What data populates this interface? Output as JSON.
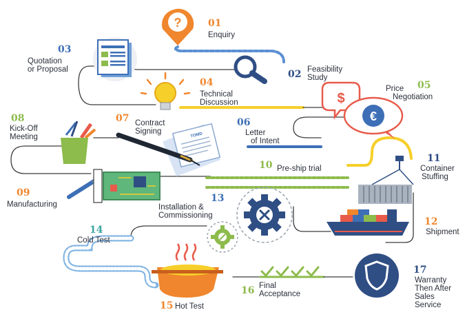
{
  "steps": [
    {
      "num": "01",
      "label": "Enquiry",
      "icon": "question-pin-icon",
      "color": "#f0862d"
    },
    {
      "num": "02",
      "label": "Feasibility Study",
      "icon": "magnifier-icon",
      "color": "#2f4e84"
    },
    {
      "num": "03",
      "label": "Quotation or Proposal",
      "icon": "document-icon",
      "color": "#3d6fb6"
    },
    {
      "num": "04",
      "label": "Technical Discussion",
      "icon": "lightbulb-icon",
      "color": "#f0862d"
    },
    {
      "num": "05",
      "label": "Price Negotiation",
      "icon": "currency-bubbles-icon",
      "color": "#8dbb4c"
    },
    {
      "num": "06",
      "label": "Letter of Intent",
      "icon": "letter-icon",
      "color": "#3d6fb6"
    },
    {
      "num": "07",
      "label": "Contract Signing",
      "icon": "pen-contract-icon",
      "color": "#f0862d"
    },
    {
      "num": "08",
      "label": "Kick-Off Meeting",
      "icon": "pencil-cup-icon",
      "color": "#8dbb4c"
    },
    {
      "num": "09",
      "label": "Manufacturing",
      "icon": "circuit-board-icon",
      "color": "#f0862d"
    },
    {
      "num": "10",
      "label": "Pre-ship trial",
      "icon": "conveyor-icon",
      "color": "#8dbb4c"
    },
    {
      "num": "11",
      "label": "Container Stuffing",
      "icon": "container-crane-icon",
      "color": "#2f4e84"
    },
    {
      "num": "12",
      "label": "Shipment",
      "icon": "cargo-ship-icon",
      "color": "#f0862d"
    },
    {
      "num": "13",
      "label": "Installation & Commissioning",
      "icon": "gear-tools-icon",
      "color": "#3d6fb6"
    },
    {
      "num": "14",
      "label": "Cold Test",
      "icon": "cold-test-icon",
      "color": "#3aa6a2"
    },
    {
      "num": "15",
      "label": "Hot Test",
      "icon": "hot-pot-icon",
      "color": "#f0862d"
    },
    {
      "num": "16",
      "label": "Final Acceptance",
      "icon": "checkmarks-icon",
      "color": "#8dbb4c"
    },
    {
      "num": "17",
      "label": "Warranty Then After Sales Service",
      "icon": "shield-icon",
      "color": "#2f4e84"
    }
  ],
  "labels": {
    "enquiry": "Enquiry",
    "feasibility": [
      "Feasibility",
      "Study"
    ],
    "quotation": [
      "Quotation",
      "or Proposal"
    ],
    "technical": [
      "Technical",
      "Discussion"
    ],
    "price": [
      "Price",
      "Negotiation"
    ],
    "letter": [
      "Letter",
      "of Intent"
    ],
    "contract": [
      "Contract",
      "Signing"
    ],
    "kickoff": [
      "Kick-Off",
      "Meeting"
    ],
    "manufacturing": "Manufacturing",
    "preship": "Pre-ship trial",
    "container": [
      "Container",
      "Stuffing"
    ],
    "shipment": "Shipment",
    "installation": [
      "Installation &",
      "Commissioning"
    ],
    "cold": "Cold Test",
    "hot": "Hot Test",
    "final": [
      "Final",
      "Acceptance"
    ],
    "warranty": [
      "Warranty",
      "Then After",
      "Sales",
      "Service"
    ]
  },
  "icon_text": {
    "question_mark": "?",
    "dollar": "$",
    "euro": "€",
    "letter_heading": "TOMD"
  },
  "colors": {
    "orange": "#f0862d",
    "blue": "#3d6fb6",
    "navy": "#2f4e84",
    "green": "#8dbb4c",
    "teal": "#3aa6a2",
    "yellow": "#f6cf2a",
    "red": "#e85a4a",
    "line": "#3c3c3c"
  }
}
